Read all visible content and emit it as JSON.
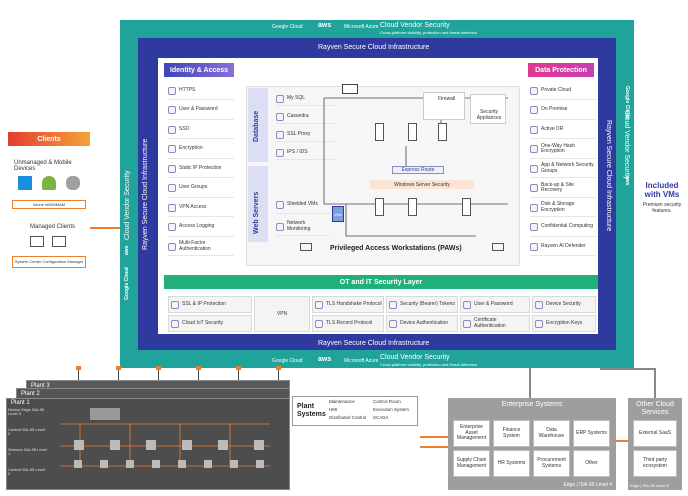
{
  "clients": {
    "title": "Clients",
    "unmanaged_label": "Unmanaged & Mobile Devices",
    "intune_label": "Intune MDM/MAM",
    "managed_label": "Managed Clients",
    "sccm_label": "System Center Configuration Manager"
  },
  "frame": {
    "top_google": "Google Cloud",
    "top_aws": "aws",
    "top_azure": "Microsoft Azure",
    "cloud_vendor_security": "Cloud Vendor Security",
    "cloud_vendor_sub": "Cross-platform visibility, protection and threat detection",
    "rayven_infra": "Rayven Secure Cloud Infrastructure",
    "bottom_google": "Google Cloud",
    "bottom_aws": "aws",
    "bottom_azure": "Microsoft Azure"
  },
  "identity": {
    "title": "Identity & Access",
    "items": [
      "HTTPS",
      "User & Password",
      "SSO",
      "Encryption",
      "Static IP Protection",
      "User Groups",
      "VPN Access",
      "Access Logging",
      "Multi-Factor Authentication"
    ]
  },
  "data_protection": {
    "title": "Data Protection",
    "items": [
      "Private Cloud",
      "On Premise",
      "Active DR",
      "One-Way Hash Encryption",
      "App & Network Security Groups",
      "Back-up & Site Recovery",
      "Disk & Storage Encryption",
      "Confidential Computing",
      "Rayven AI Defender"
    ]
  },
  "database": {
    "title": "Database",
    "items": [
      "My SQL",
      "Casandra",
      "SSL Proxy",
      "IPS / IDS"
    ]
  },
  "web_servers": {
    "title": "Web Servers",
    "items": [
      "Shielded VMs",
      "Network Monitoring"
    ],
    "vm_label": "VMs"
  },
  "center": {
    "firewall": "Firewall",
    "security_appliances": "Security Appliances",
    "express_route": "Express Route",
    "windows_server_security": "Windows Server Security",
    "paws": "Privileged Access Workstations (PAWs)"
  },
  "ot_layer": {
    "title": "OT and IT Security Layer",
    "vpn": "VPN",
    "cells": [
      "SSL & IP Protection",
      "TLS Handshake Protocol",
      "Security (Bearer) Tokens",
      "User & Password",
      "Device Security",
      "Cloud IoT Security",
      "TLS Record Protocol",
      "Device Authentication",
      "Certificate Authentication",
      "Encryption Keys"
    ]
  },
  "included": {
    "title": "Included with VMs",
    "sub": "Premium security features."
  },
  "plant": {
    "plant3": "Plant 3",
    "plant2": "Plant 2",
    "plant1": "Plant 1",
    "levels": [
      "Device Edge ISA-95 Level 3",
      "Control ISA-95 Level 2",
      "Sensors ISA-95 Level 1",
      "Control ISA-95 Level 0"
    ],
    "systems_title": "Plant Systems",
    "systems": [
      "Maintenance",
      "Control Room",
      "HMI",
      "Execution System",
      "Distributed Control",
      "SCADA"
    ]
  },
  "enterprise": {
    "title": "Enterprise Systems",
    "cells": [
      "Enterprise Asset Management",
      "Finance System",
      "Data Warehouse",
      "ERP Systems",
      "Supply Chain Management",
      "HR Systems",
      "Procurement Systems",
      "Other"
    ],
    "footer": "Edge | ISA-95 Level 4"
  },
  "other_cloud": {
    "title": "Other Cloud Services",
    "cells": [
      "External SaaS",
      "Third party ecosystem"
    ],
    "footer": "Edge | ISA-95 Level 5"
  },
  "colors": {
    "teal": "#1fa39a",
    "navy": "#2f3a9e",
    "green": "#21b07a",
    "orange": "#f07d2a",
    "identity_grad": "#5b63c9",
    "data_grad": "#e0388f"
  }
}
